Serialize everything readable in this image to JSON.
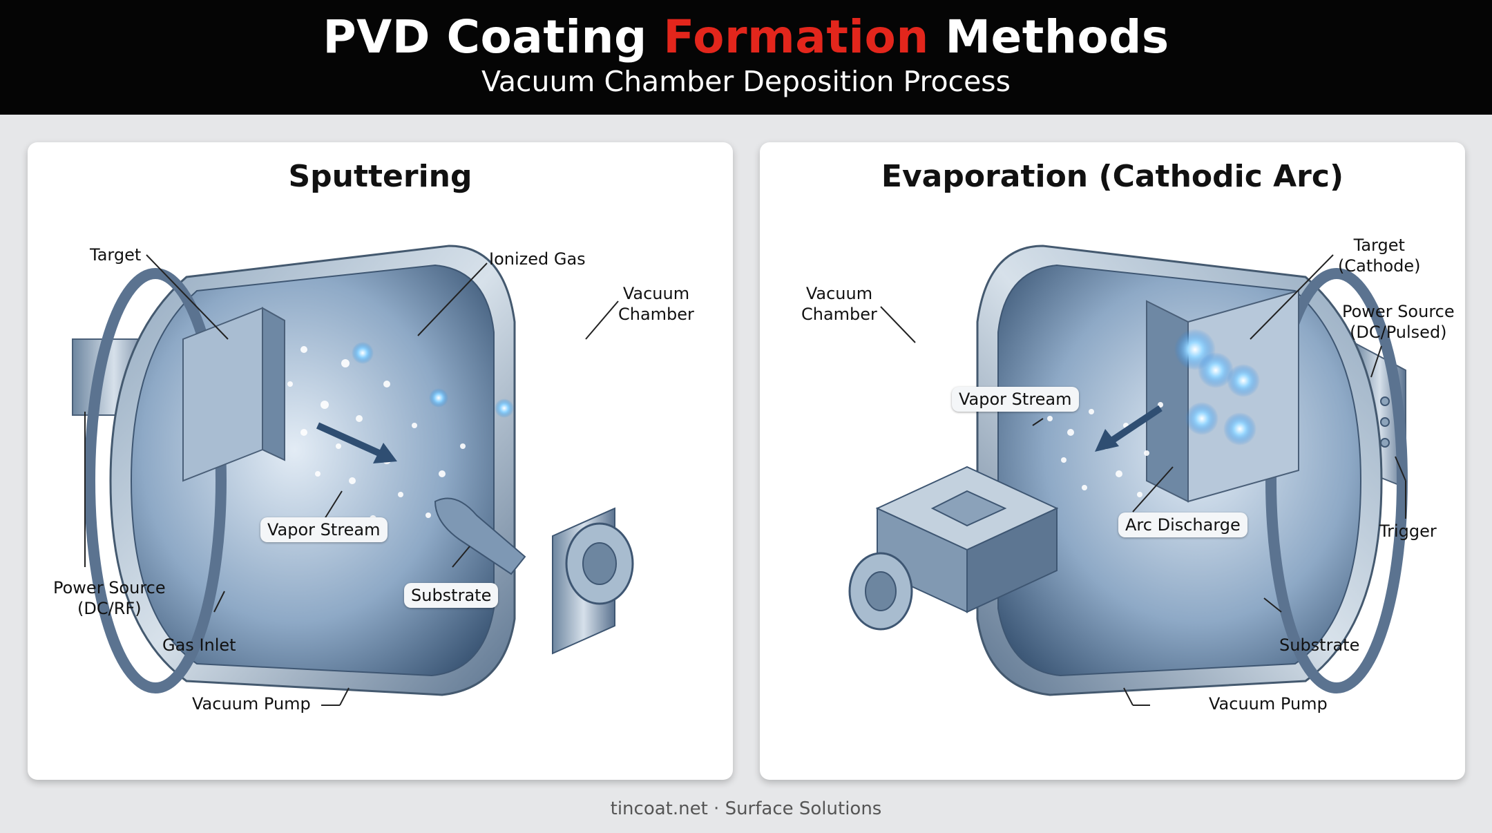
{
  "header": {
    "title_part1": "PVD Coating ",
    "title_accent": "Formation",
    "title_part2": " Methods",
    "subtitle": "Vacuum Chamber Deposition Process",
    "accent_color": "#e3261c"
  },
  "panels": {
    "sputtering": {
      "title": "Sputtering",
      "labels": {
        "target": "Target",
        "ionized_gas": "Ionized Gas",
        "vacuum_chamber": "Vacuum\nChamber",
        "vapor_stream": "Vapor Stream",
        "substrate": "Substrate",
        "power_source": "Power Source\n(DC/RF)",
        "gas_inlet": "Gas Inlet",
        "vacuum_pump": "Vacuum Pump"
      }
    },
    "evaporation": {
      "title": "Evaporation (Cathodic Arc)",
      "labels": {
        "vacuum_chamber": "Vacuum\nChamber",
        "target": "Target\n(Cathode)",
        "power_source": "Power Source\n(DC/Pulsed)",
        "vapor_stream": "Vapor Stream",
        "arc_discharge": "Arc Discharge",
        "trigger": "Trigger",
        "substrate": "Substrate",
        "vacuum_pump": "Vacuum Pump"
      }
    }
  },
  "footer": "tincoat.net · Surface Solutions"
}
